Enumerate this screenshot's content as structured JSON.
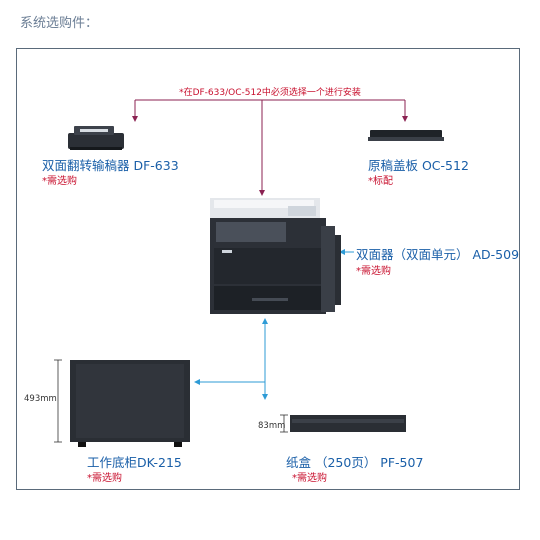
{
  "heading": "系统选购件：",
  "note": "*在DF-633/OC-512中必须选择一个进行安装",
  "items": {
    "df633": {
      "name": "双面翻转输稿器 DF-633",
      "tag": "*需选购"
    },
    "oc512": {
      "name": "原稿盖板 OC-512",
      "tag": "*标配"
    },
    "ad509": {
      "name": "双面器（双面单元） AD-509",
      "tag": "*需选购"
    },
    "dk215": {
      "name": "工作底柜DK-215",
      "tag": "*需选购",
      "dim": "493mm"
    },
    "pf507": {
      "name": "纸盒 （250页） PF-507",
      "tag": "*需选购",
      "dim": "83mm"
    }
  },
  "colors": {
    "accent": "#1a5fa8",
    "note": "#c8102e",
    "connector_top": "#8b2252",
    "connector_bottom": "#2e9bd6"
  }
}
